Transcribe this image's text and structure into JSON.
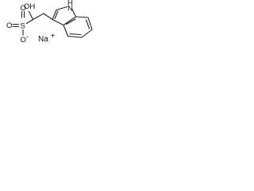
{
  "structure": {
    "atoms": {
      "hydroxyl": "OH",
      "sulfonate_s": "S",
      "sulfonate_o_top": "O",
      "sulfonate_o_left": "O",
      "sulfonate_o_minus": "O",
      "indole_nh": "H",
      "indole_n": "N",
      "counterion": "Na",
      "counterion_charge": "+",
      "sulfonate_charge": "-"
    }
  }
}
